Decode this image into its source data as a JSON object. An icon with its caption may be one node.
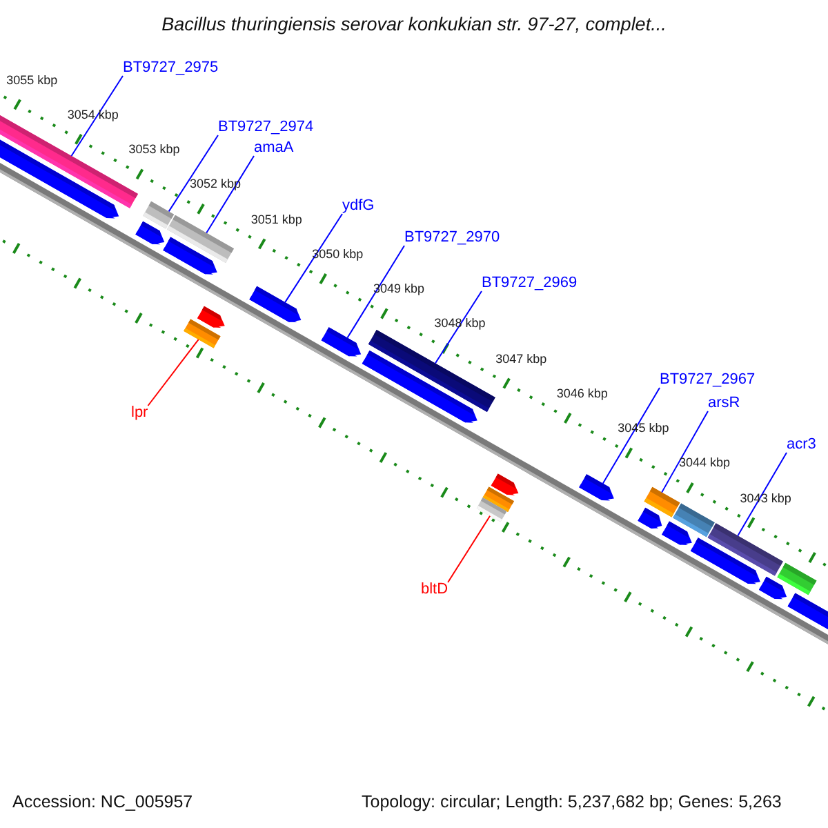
{
  "diagram": {
    "title": "Bacillus thuringiensis serovar konkukian str. 97-27, complet...",
    "nodes": [
      {
        "text": [
          "BT9727_2975"
        ]
      },
      {
        "text": [
          "BT9727_2974"
        ]
      },
      {
        "text": [
          "amaA"
        ]
      },
      {
        "text": [
          "ydfG"
        ]
      },
      {
        "text": [
          "BT9727_2970"
        ]
      },
      {
        "text": [
          "BT9727_2969"
        ]
      },
      {
        "text": [
          "BT9727_2967"
        ]
      },
      {
        "text": [
          "arsR"
        ]
      },
      {
        "text": [
          "acr3"
        ]
      },
      {
        "text": [
          "lpr"
        ]
      },
      {
        "text": [
          "bltD"
        ]
      },
      {
        "text": [],
        "shape": "bar"
      },
      {
        "text": [],
        "shape": "bar"
      },
      {
        "text": [],
        "shape": "bar"
      },
      {
        "text": [],
        "shape": "bar"
      },
      {
        "text": [],
        "shape": "arrow"
      },
      {
        "text": [],
        "shape": "arrow"
      },
      {
        "text": [],
        "shape": "bar"
      },
      {
        "text": [],
        "shape": "bar"
      },
      {
        "text": [],
        "shape": "arrow"
      },
      {
        "text": [],
        "shape": "bar"
      },
      {
        "text": [],
        "shape": "bar"
      }
    ],
    "edges": [
      {
        "from": 0,
        "to": 11,
        "arrow": "none"
      },
      {
        "from": 1,
        "to": 12,
        "arrow": "none"
      },
      {
        "from": 2,
        "to": 13,
        "arrow": "none"
      },
      {
        "from": 3,
        "to": 15,
        "arrow": "none"
      },
      {
        "from": 4,
        "to": 16,
        "arrow": "none"
      },
      {
        "from": 5,
        "to": 17,
        "arrow": "none"
      },
      {
        "from": 6,
        "to": 19,
        "arrow": "none"
      },
      {
        "from": 7,
        "to": 20,
        "arrow": "none"
      },
      {
        "from": 8,
        "to": 21,
        "arrow": "none"
      },
      {
        "from": 9,
        "to": 14,
        "arrow": "none",
        "color": "#ff0000"
      },
      {
        "from": 10,
        "to": 18,
        "arrow": "none",
        "color": "#ff0000"
      }
    ],
    "labels": [
      "3055 kbp",
      "3054 kbp",
      "3053 kbp",
      "3052 kbp",
      "3051 kbp",
      "3050 kbp",
      "3049 kbp",
      "3048 kbp",
      "3047 kbp",
      "3046 kbp",
      "3045 kbp",
      "3044 kbp",
      "3043 kbp",
      "Accession: NC_005957",
      "Topology: circular; Length: 5,237,682 bp; Genes: 5,263"
    ]
  }
}
